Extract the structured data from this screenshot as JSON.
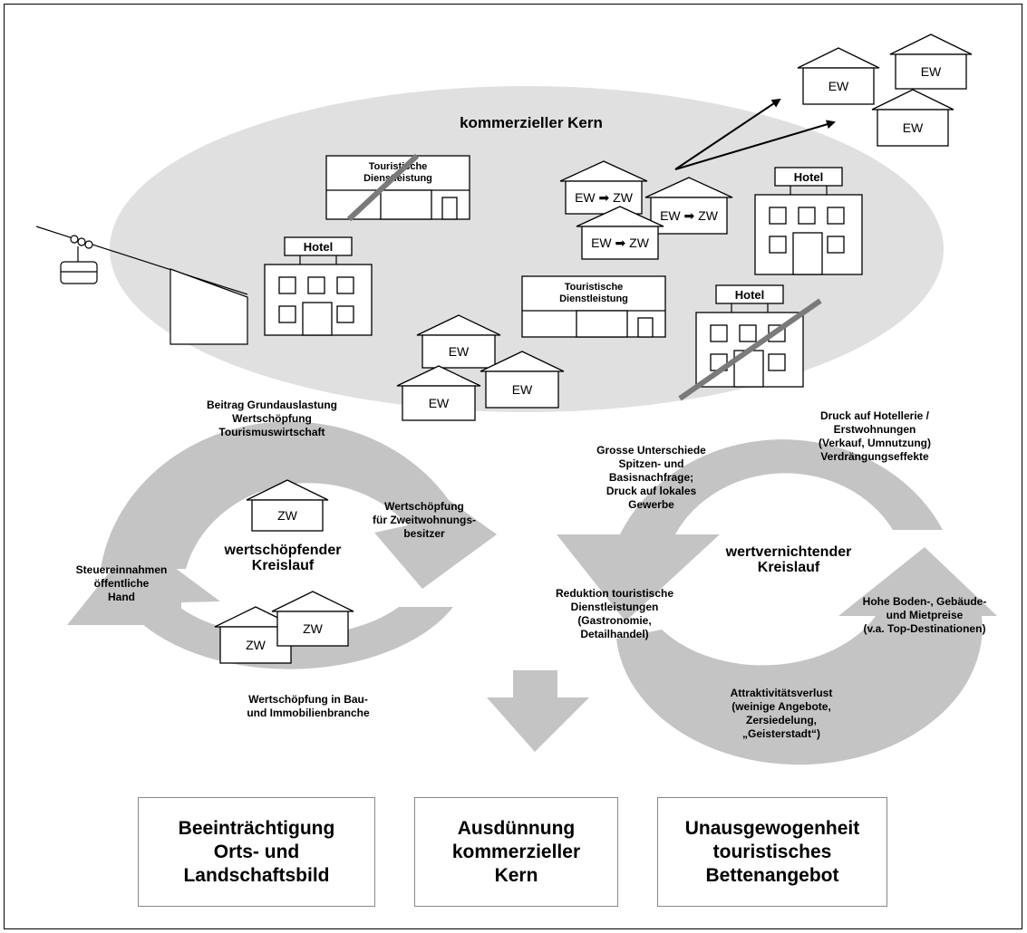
{
  "core_title": "kommerzieller Kern",
  "labels": {
    "tourist_service": "Touristische\nDienstleistung",
    "hotel": "Hotel",
    "ew": "EW",
    "zw": "ZW",
    "ew_to_zw": "EW ➡ ZW"
  },
  "cycles": {
    "left_title": "wertschöpfender\nKreislauf",
    "right_title": "wertvernichtender\nKreislauf"
  },
  "annotations": {
    "base_load": "Beitrag Grundauslastung\nWertschöpfung\nTourismuswirtschaft",
    "value_owners": "Wertschöpfung\nfür Zweitwohnungs-\nbesitzer",
    "taxes": "Steuereinnahmen\nöffentliche\nHand",
    "construction": "Wertschöpfung in Bau-\nund Immobilienbranche",
    "demand_gap": "Grosse Unterschiede\nSpitzen- und\nBasisnachfrage;\nDruck auf lokales\nGewerbe",
    "hotel_pressure": "Druck auf Hotellerie /\nErstwohnungen\n(Verkauf, Umnutzung)\nVerdrängungseffekte",
    "service_reduction": "Reduktion touristische\nDienstleistungen\n(Gastronomie,\nDetailhandel)",
    "prices": "Hohe Boden-, Gebäude-\nund Mietpreise\n(v.a. Top-Destinationen)",
    "attractiveness": "Attraktivitätsverlust\n(weinige Angebote,\nZersiedelung,\n„Geisterstadt“)"
  },
  "outcomes": [
    "Beeinträchtigung\nOrts- und\nLandschaftsbild",
    "Ausdünnung\nkommerzieller\nKern",
    "Unausgewogenheit\ntouristisches\nBettenangebot"
  ]
}
